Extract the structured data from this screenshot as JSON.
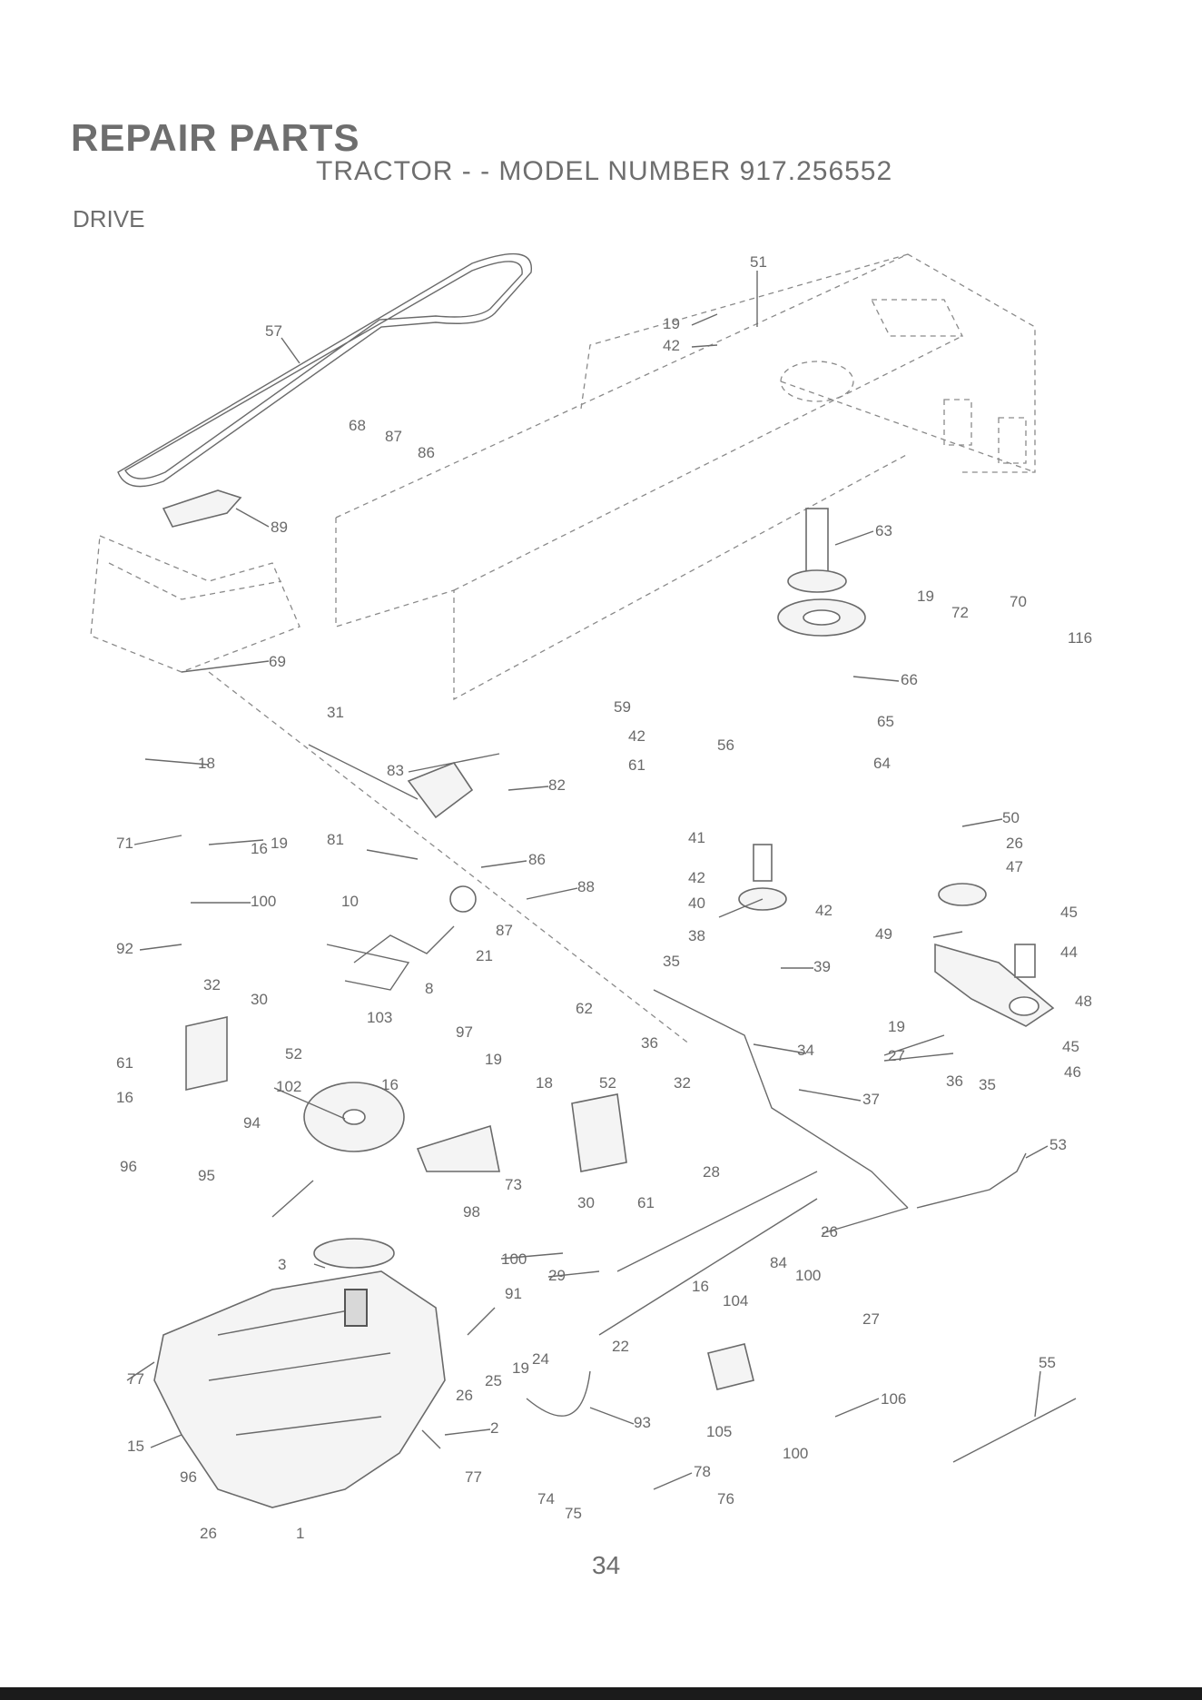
{
  "header": {
    "title": "REPAIR PARTS",
    "subtitle": "TRACTOR - - MODEL NUMBER 917.256552",
    "section": "DRIVE"
  },
  "footer": {
    "page_number": "34"
  },
  "callouts": [
    "57",
    "89",
    "68",
    "87",
    "86",
    "69",
    "31",
    "51",
    "19",
    "42",
    "63",
    "19",
    "72",
    "70",
    "116",
    "66",
    "59",
    "42",
    "56",
    "61",
    "65",
    "64",
    "18",
    "19",
    "71",
    "16",
    "100",
    "92",
    "83",
    "82",
    "81",
    "86",
    "88",
    "10",
    "87",
    "21",
    "8",
    "41",
    "42",
    "40",
    "38",
    "42",
    "39",
    "50",
    "26",
    "47",
    "45",
    "44",
    "49",
    "48",
    "19",
    "27",
    "45",
    "46",
    "32",
    "30",
    "61",
    "52",
    "16",
    "103",
    "97",
    "19",
    "18",
    "102",
    "16",
    "94",
    "73",
    "98",
    "62",
    "35",
    "36",
    "34",
    "52",
    "32",
    "37",
    "36",
    "35",
    "53",
    "30",
    "61",
    "96",
    "95",
    "28",
    "26",
    "3",
    "100",
    "91",
    "29",
    "22",
    "84",
    "100",
    "27",
    "16",
    "104",
    "77",
    "25",
    "19",
    "24",
    "26",
    "2",
    "93",
    "106",
    "105",
    "55",
    "15",
    "96",
    "77",
    "78",
    "74",
    "75",
    "76",
    "100",
    "26",
    "1"
  ]
}
